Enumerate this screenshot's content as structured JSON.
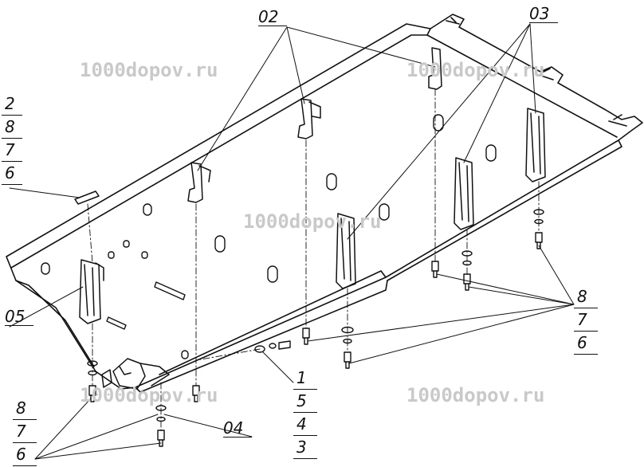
{
  "watermark": "1000dopov.ru",
  "callouts": {
    "c02": "02",
    "c03": "03",
    "c04": "04",
    "c05": "05"
  },
  "stacks": {
    "left_top": [
      "2",
      "8",
      "7",
      "6"
    ],
    "right_mid": [
      "8",
      "7",
      "6"
    ],
    "center_bottom": [
      "1",
      "5",
      "4",
      "3"
    ],
    "left_bottom": [
      "8",
      "7",
      "6"
    ]
  }
}
